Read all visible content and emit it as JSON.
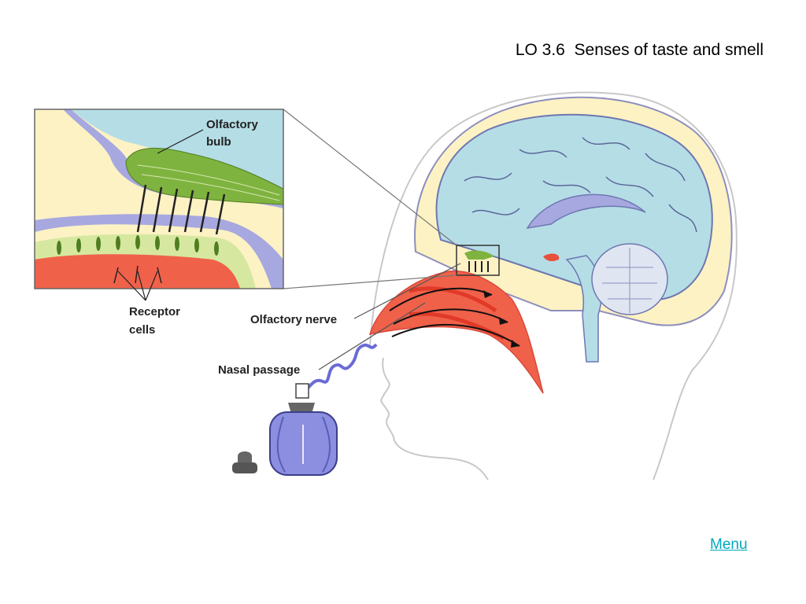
{
  "title": "LO 3.6  Senses of taste and smell",
  "labels": {
    "olfactory_bulb_line1": "Olfactory",
    "olfactory_bulb_line2": "bulb",
    "receptor_line1": "Receptor",
    "receptor_line2": "cells",
    "olfactory_nerve": "Olfactory nerve",
    "nasal_passage": "Nasal passage"
  },
  "menu_label": "Menu",
  "colors": {
    "menu_link": "#00aabb",
    "brain": "#b5dde6",
    "nasal_cavity": "#f0614a",
    "skull": "#fdf2c4",
    "bottle": "#8c8fe0"
  }
}
